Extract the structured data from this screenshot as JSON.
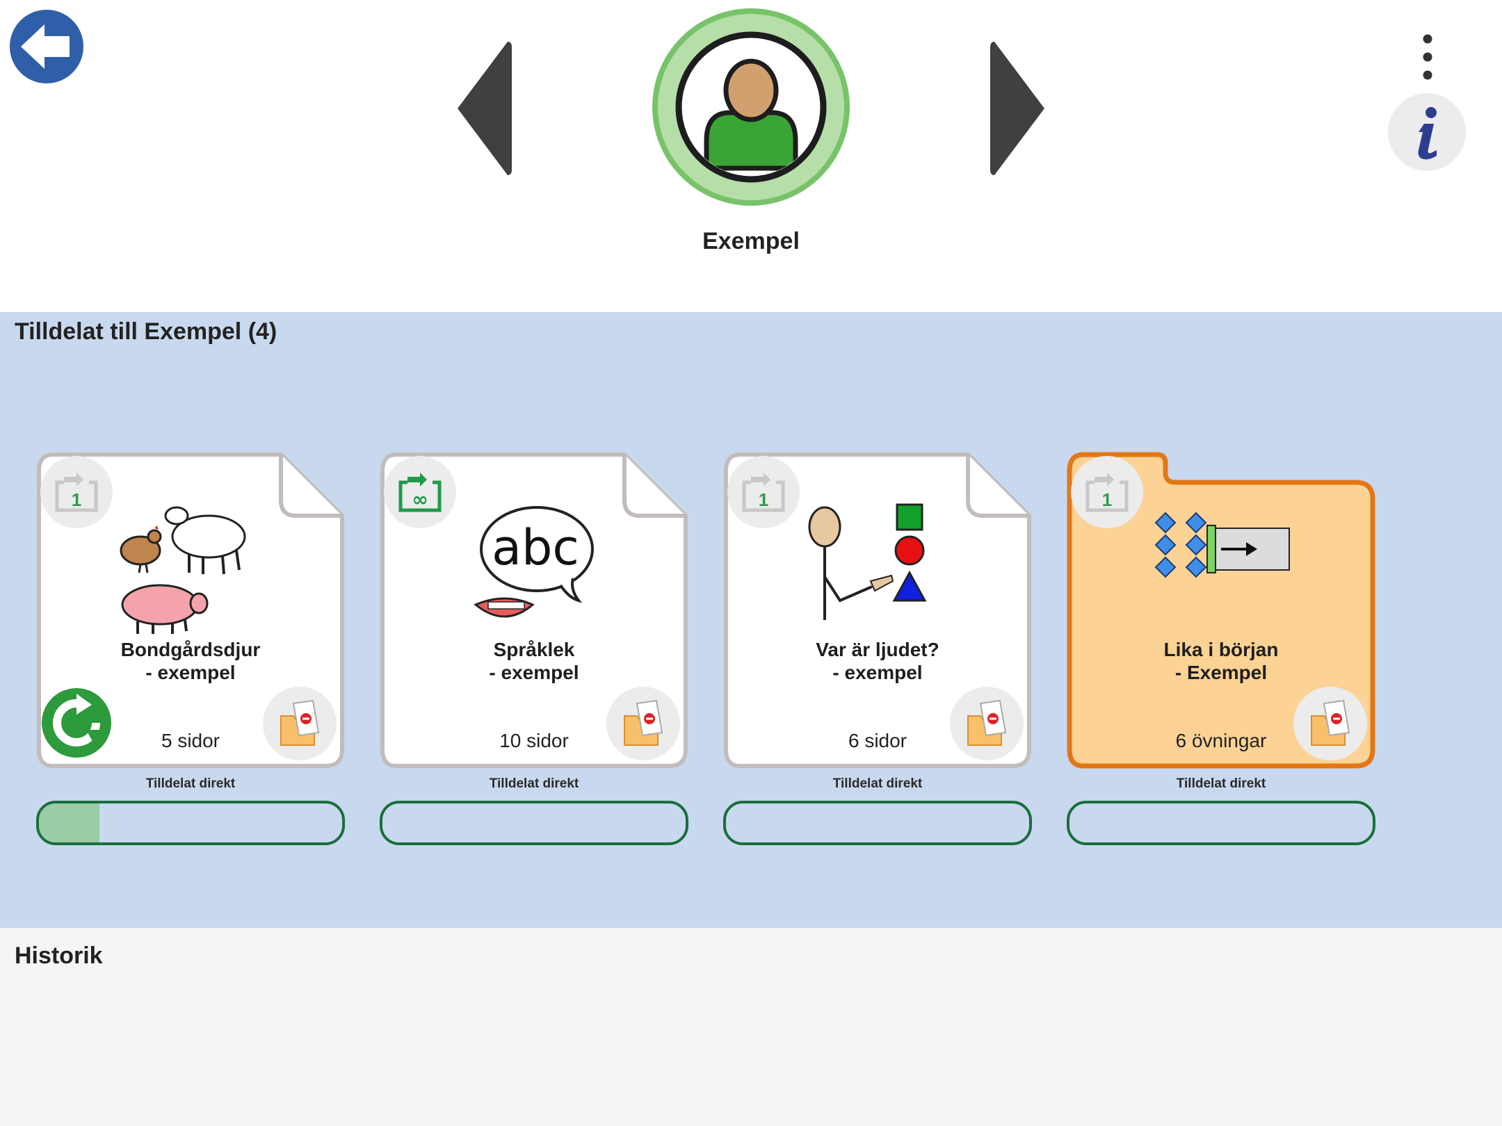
{
  "header": {
    "user_name": "Exempel",
    "back_icon": "arrow-left-circle-icon",
    "prev_icon": "chevron-left-triangle-icon",
    "next_icon": "chevron-right-triangle-icon",
    "more_icon": "vertical-ellipsis-icon",
    "info_icon": "info-icon"
  },
  "assigned": {
    "title": "Tilldelat till Exempel (4)",
    "items": [
      {
        "title_line1": "Bondgårdsdjur",
        "title_line2": "- exempel",
        "count": "5 sidor",
        "badge": "1",
        "badge_icon": "repeat-once-icon",
        "assigned": "Tilldelat direkt",
        "progress": 0.2,
        "kind": "document"
      },
      {
        "title_line1": "Språklek",
        "title_line2": "- exempel",
        "count": "10 sidor",
        "badge": "∞",
        "badge_icon": "repeat-infinite-icon",
        "assigned": "Tilldelat direkt",
        "progress": 0,
        "kind": "document"
      },
      {
        "title_line1": "Var är ljudet?",
        "title_line2": "- exempel",
        "count": "6 sidor",
        "badge": "1",
        "badge_icon": "repeat-once-icon",
        "assigned": "Tilldelat direkt",
        "progress": 0,
        "kind": "document"
      },
      {
        "title_line1": "Lika i början",
        "title_line2": "- Exempel",
        "count": "6 övningar",
        "badge": "1",
        "badge_icon": "repeat-once-icon",
        "assigned": "Tilldelat direkt",
        "progress": 0,
        "kind": "folder"
      }
    ]
  },
  "history": {
    "title": "Historik"
  },
  "colors": {
    "back_blue": "#2f5fa8",
    "avatar_ring": "#7cc46e",
    "assigned_bg": "#c8d8ee",
    "progress_border": "#1a6e3c",
    "progress_fill": "#9acca6",
    "folder_bg": "#fcd295",
    "folder_border": "#e27716"
  }
}
